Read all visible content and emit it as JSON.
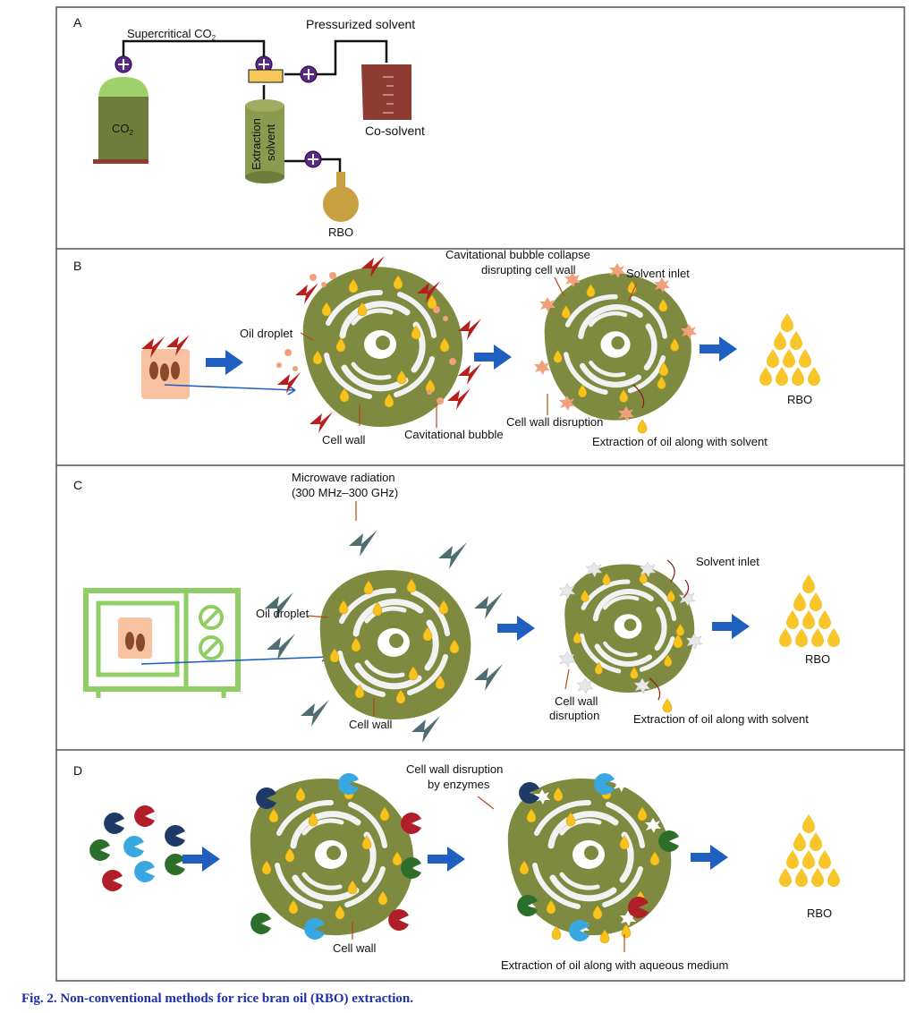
{
  "panels": {
    "a": {
      "label": "A",
      "supercritical": "Supercritical CO",
      "sub2": "2",
      "pressurized": "Pressurized solvent",
      "co2_base": "CO",
      "extraction_line1": "Extraction",
      "extraction_line2": "solvent",
      "cosolvent": "Co-solvent",
      "rbo": "RBO"
    },
    "b": {
      "label": "B",
      "collapse_line1": "Cavitational bubble collapse",
      "collapse_line2": "disrupting cell wall",
      "solvent_inlet": "Solvent inlet",
      "oil_droplet": "Oil droplet",
      "cell_wall": "Cell wall",
      "cav_bubble": "Cavitational bubble",
      "wall_disruption": "Cell wall disruption",
      "extraction": "Extraction of oil along with solvent",
      "rbo": "RBO"
    },
    "c": {
      "label": "C",
      "microwave_line1": "Microwave radiation",
      "microwave_line2": "(300 MHz–300 GHz)",
      "oil_droplet": "Oil droplet",
      "cell_wall": "Cell wall",
      "solvent_inlet": "Solvent inlet",
      "wall_disruption_line1": "Cell wall",
      "wall_disruption_line2": "disruption",
      "extraction": "Extraction of oil along with solvent",
      "rbo": "RBO"
    },
    "d": {
      "label": "D",
      "enzymes_line1": "Cell wall disruption",
      "enzymes_line2": "by enzymes",
      "cell_wall": "Cell wall",
      "extraction": "Extraction of oil along with aqueous medium",
      "rbo": "RBO"
    }
  },
  "caption": "Fig. 2. Non-conventional methods for rice bran oil (RBO) extraction.",
  "colors": {
    "cell": "#7d8a3f",
    "droplet": "#f7c31c",
    "arrow": "#1e5fc0",
    "valve": "#5b2a86",
    "cylinder": "#8a9a4e",
    "beaker": "#8e3b33",
    "flask": "#c8a042",
    "caption": "#1f2fa8"
  },
  "icons": [
    "valve-icon",
    "gas-cylinder-icon",
    "beaker-icon",
    "flask-icon",
    "ultrasound-bath-icon",
    "microwave-oven-icon",
    "enzyme-icon",
    "oil-droplet-icon",
    "lightning-icon"
  ]
}
